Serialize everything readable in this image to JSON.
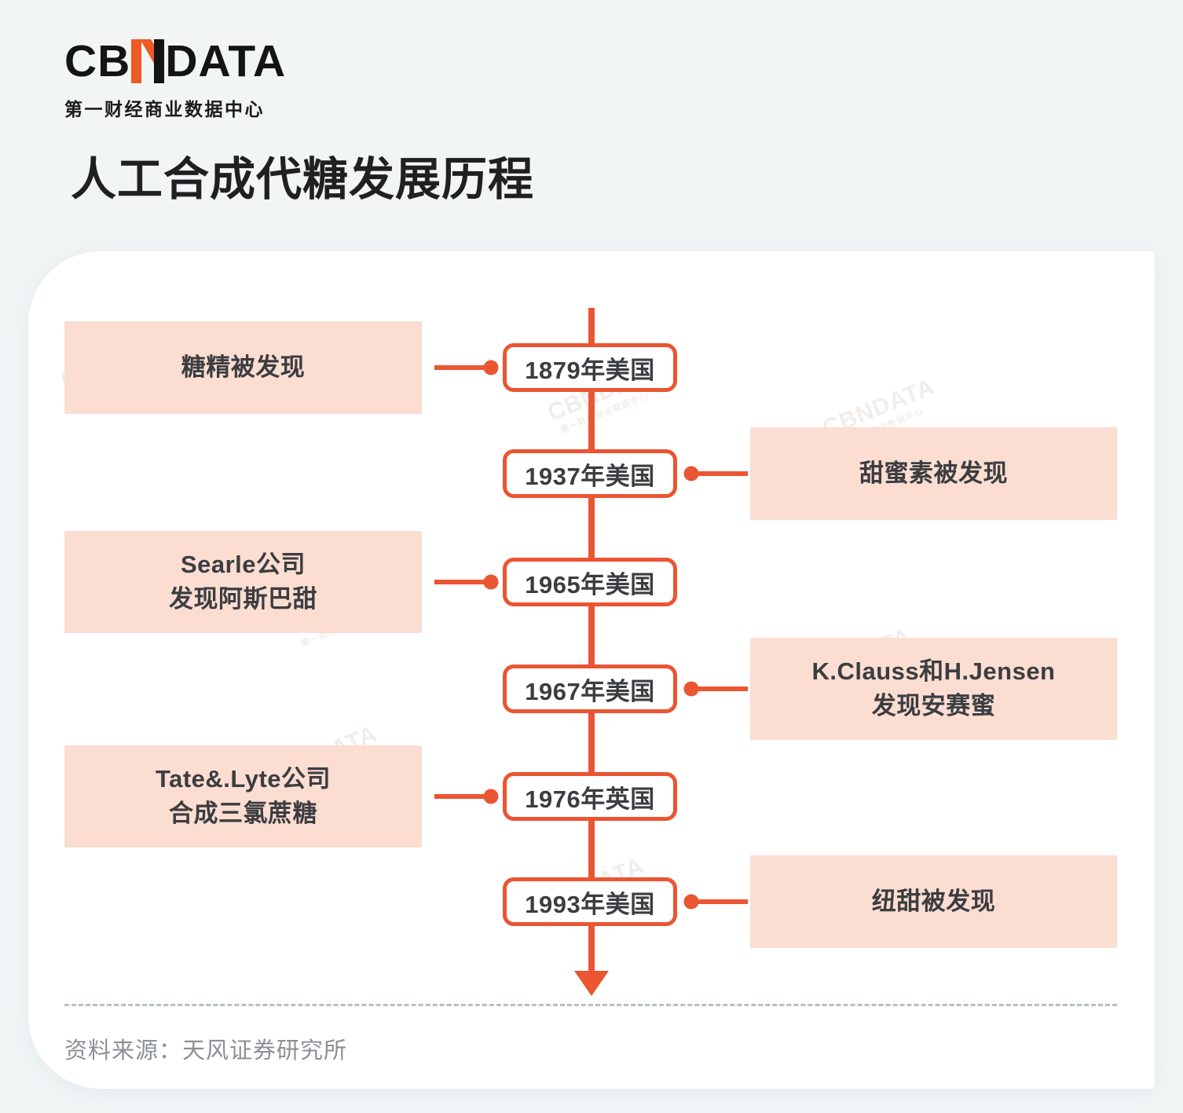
{
  "brand": {
    "logo_cb": "CB",
    "logo_n": "N",
    "logo_data": "DATA",
    "subtitle": "第一财经商业数据中心"
  },
  "title": "人工合成代糖发展历程",
  "colors": {
    "background": "#f1f5f6",
    "card": "#ffffff",
    "accent_orange": "#ea5532",
    "label_pink": "#fbddd2",
    "text_dark": "#3b3d40",
    "text_muted": "#8b9095"
  },
  "chart_data": {
    "type": "timeline",
    "title": "人工合成代糖发展历程",
    "orientation": "vertical",
    "events": [
      {
        "year": "1879",
        "country": "美国",
        "year_label": "1879年美国",
        "side": "left",
        "description": "糖精被发现",
        "lines": [
          "糖精被发现"
        ]
      },
      {
        "year": "1937",
        "country": "美国",
        "year_label": "1937年美国",
        "side": "right",
        "description": "甜蜜素被发现",
        "lines": [
          "甜蜜素被发现"
        ]
      },
      {
        "year": "1965",
        "country": "美国",
        "year_label": "1965年美国",
        "side": "left",
        "description": "Searle公司发现阿斯巴甜",
        "lines": [
          "Searle公司",
          "发现阿斯巴甜"
        ]
      },
      {
        "year": "1967",
        "country": "美国",
        "year_label": "1967年美国",
        "side": "right",
        "description": "K.Clauss和H.Jensen发现安赛蜜",
        "lines": [
          "K.Clauss和H.Jensen",
          "发现安赛蜜"
        ]
      },
      {
        "year": "1976",
        "country": "英国",
        "year_label": "1976年英国",
        "side": "left",
        "description": "Tate&.Lyte公司合成三氯蔗糖",
        "lines": [
          "Tate&.Lyte公司",
          "合成三氯蔗糖"
        ]
      },
      {
        "year": "1993",
        "country": "美国",
        "year_label": "1993年美国",
        "side": "right",
        "description": "纽甜被发现",
        "lines": [
          "纽甜被发现"
        ]
      }
    ]
  },
  "rows": [
    {
      "year_label": "1879年美国",
      "side": "left",
      "line1": "糖精被发现",
      "line2": ""
    },
    {
      "year_label": "1937年美国",
      "side": "right",
      "line1": "甜蜜素被发现",
      "line2": ""
    },
    {
      "year_label": "1965年美国",
      "side": "left",
      "line1": "Searle公司",
      "line2": "发现阿斯巴甜"
    },
    {
      "year_label": "1967年美国",
      "side": "right",
      "line1": "K.Clauss和H.Jensen",
      "line2": "发现安赛蜜"
    },
    {
      "year_label": "1976年英国",
      "side": "left",
      "line1": "Tate&.Lyte公司",
      "line2": "合成三氯蔗糖"
    },
    {
      "year_label": "1993年美国",
      "side": "right",
      "line1": "纽甜被发现",
      "line2": ""
    }
  ],
  "footer": {
    "source": "资料来源：天风证券研究所"
  },
  "watermark": {
    "main": "CBNDATA",
    "sub": "第一财经商业数据中心"
  }
}
